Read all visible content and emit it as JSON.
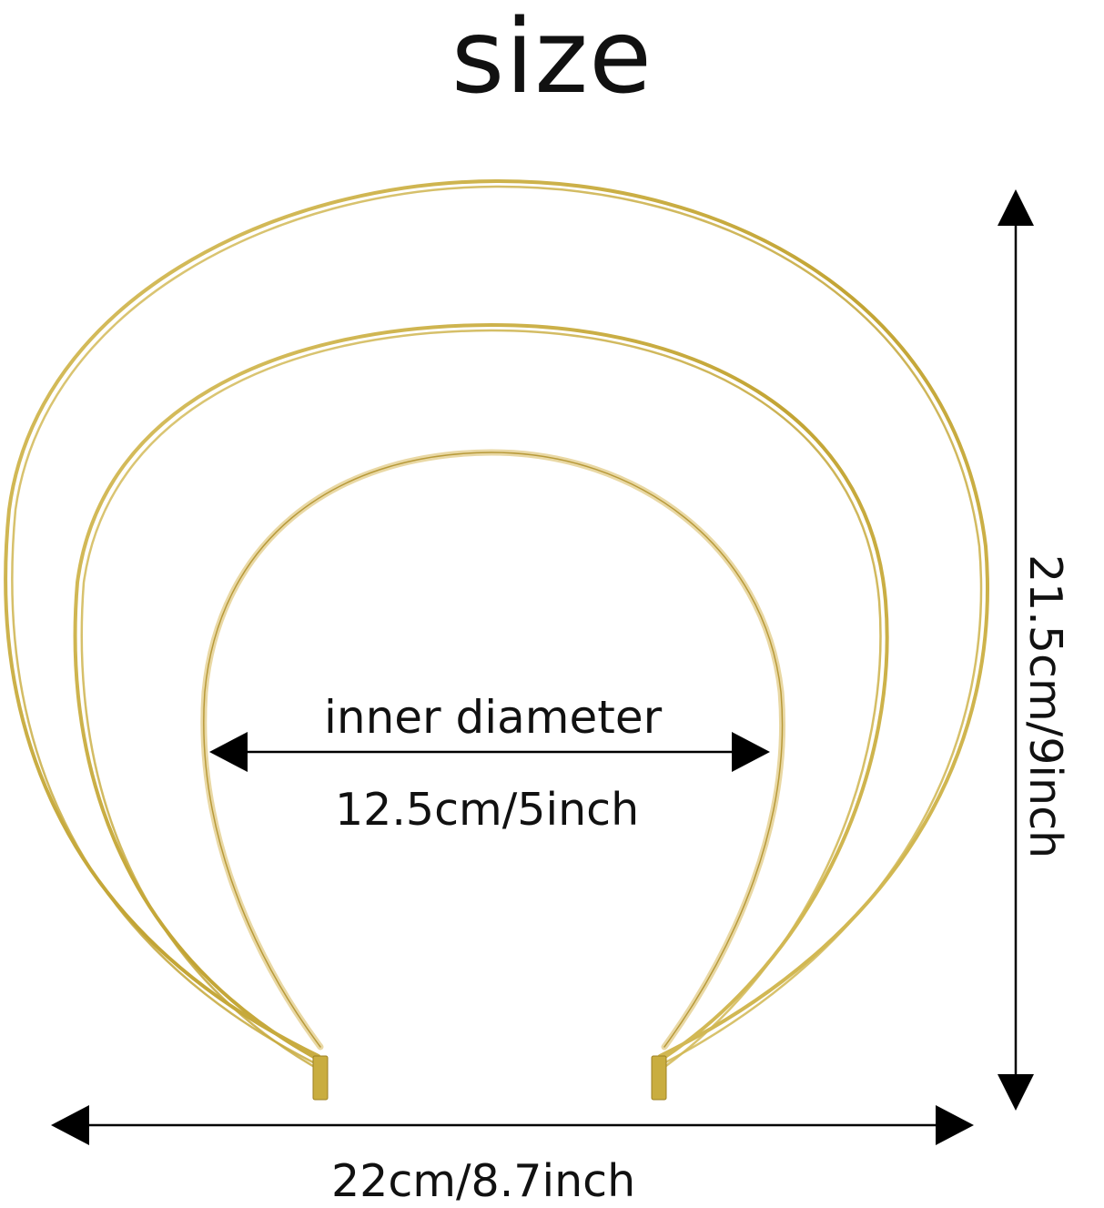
{
  "title": "size",
  "labels": {
    "inner_diameter_caption": "inner diameter",
    "inner_diameter_value": "12.5cm/5inch",
    "width_value": "22cm/8.7inch",
    "height_value": "21.5cm/9inch"
  },
  "colors": {
    "wire_gold": "#c9ad3f",
    "wire_highlight": "#e6d27a",
    "inner_band": "#e9d8a4",
    "arrow": "#000000"
  }
}
